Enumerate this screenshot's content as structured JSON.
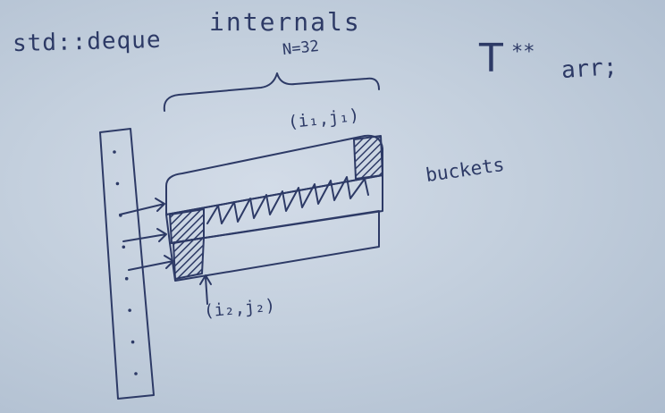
{
  "board": {
    "title_left": "std::deque",
    "title_right": "internals",
    "n_label": "N=32",
    "type_symbol": "T",
    "type_stars": "**",
    "array_name": "arr;",
    "index_first": "(i₁,j₁)",
    "index_last": "(i₂,j₂)",
    "buckets_label": "buckets"
  },
  "colors": {
    "ink": "#2d3a66",
    "board": "#c3cfdd"
  },
  "map_array": {
    "dots": 8
  }
}
